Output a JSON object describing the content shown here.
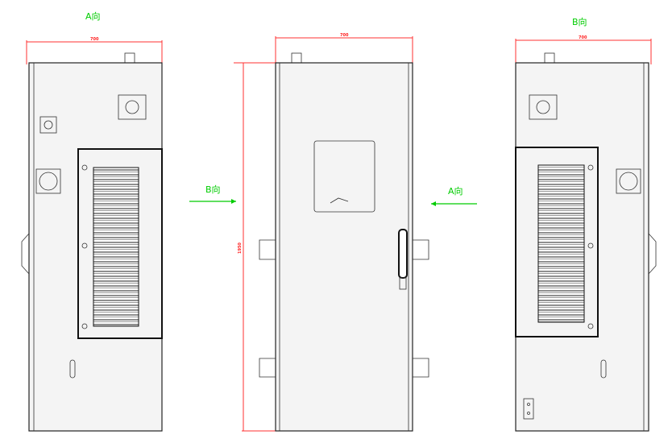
{
  "views": {
    "left": {
      "label": "A向",
      "width_dim": "700"
    },
    "center": {
      "width_dim": "700",
      "height_dim": "1950"
    },
    "right": {
      "label": "B向",
      "width_dim": "700"
    }
  },
  "arrows": {
    "left": "B向",
    "right": "A向"
  },
  "colors": {
    "dimension": "#ff3030",
    "label": "#00cc00",
    "line": "#222222"
  }
}
